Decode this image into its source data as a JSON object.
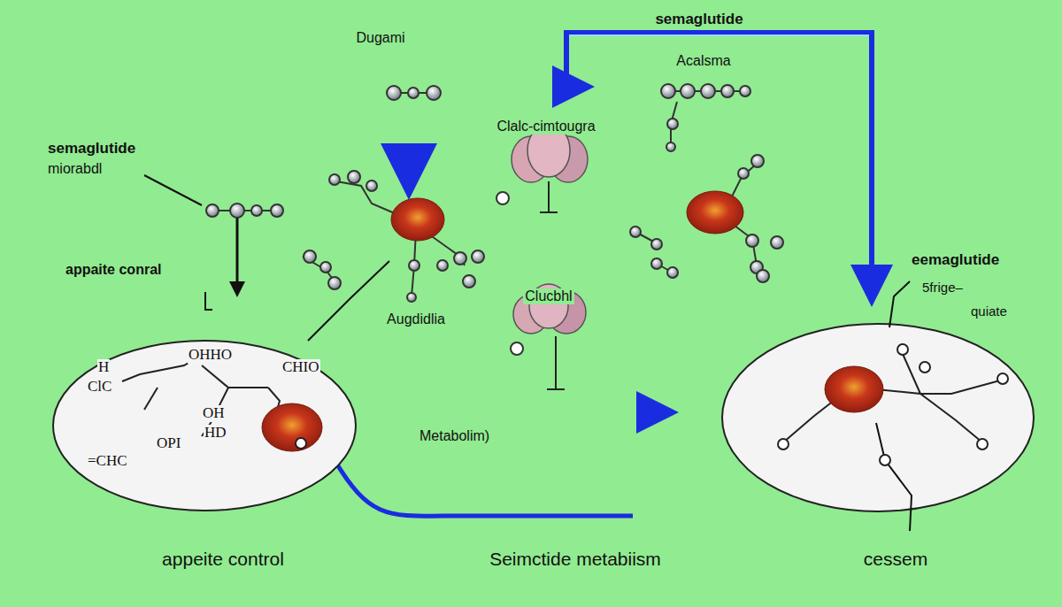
{
  "diagram": {
    "nodes": [
      {
        "text": [
          "H",
          "OHHO",
          "CHIO",
          "ClC",
          "OH",
          "HD",
          "OPI",
          "=CHC"
        ]
      }
    ],
    "labels": [
      "semaglutide",
      "Dugami",
      "Acalsma",
      "Clalc-cimtougra",
      "semaglutide",
      "miorabdl",
      "appaite conral",
      "Clucbhl",
      "Augdidlia",
      "Metabolim)",
      "eemaglutide",
      "5frige–",
      "quiate",
      "appeite control",
      "Seimctide metabiism",
      "cessem"
    ]
  }
}
